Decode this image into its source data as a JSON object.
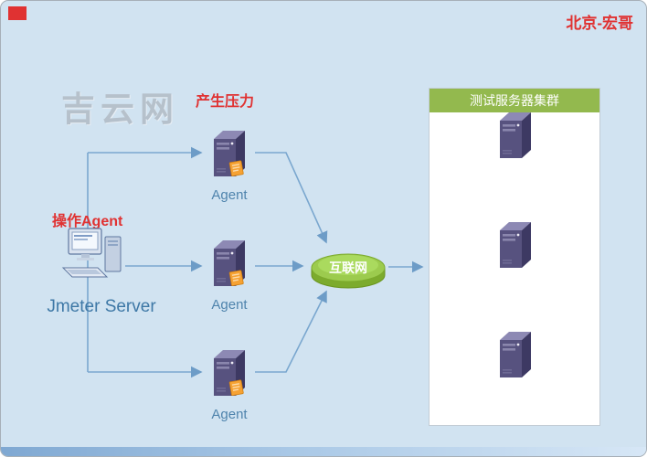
{
  "header": {
    "top_right_title": "北京-宏哥"
  },
  "watermark": {
    "text": "吉云网"
  },
  "annotations": {
    "pressure": "产生压力",
    "operate_agent": "操作Agent"
  },
  "nodes": {
    "jmeter_server": {
      "label": "Jmeter Server"
    },
    "agents": [
      {
        "label": "Agent"
      },
      {
        "label": "Agent"
      },
      {
        "label": "Agent"
      }
    ],
    "internet": {
      "label": "互联网"
    },
    "cluster": {
      "title": "测试服务器集群",
      "server_count": 3
    }
  },
  "colors": {
    "background": "#d1e3f1",
    "accent_red": "#e03232",
    "connector_blue": "#7aa7cf",
    "label_blue": "#4f84ad",
    "internet_green": "#9ccb4e",
    "cluster_header_green": "#93b94e",
    "server_purple": "#57527f",
    "watermark_gray": "#b3bdc7"
  }
}
